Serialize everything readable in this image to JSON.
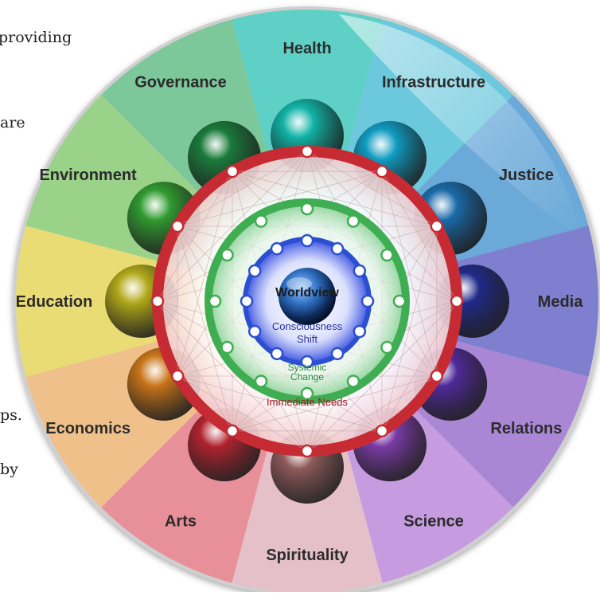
{
  "side_text": [
    "providing",
    "are",
    "ps.",
    "by"
  ],
  "segments": [
    {
      "label": "Health",
      "color": "#5fd0c6",
      "ball": "#11b3a6"
    },
    {
      "label": "Infrastructure",
      "color": "#6cc8dc",
      "ball": "#0f9bc0"
    },
    {
      "label": "Justice",
      "color": "#6aa9d8",
      "ball": "#1a6aa8"
    },
    {
      "label": "Media",
      "color": "#7f7fcf",
      "ball": "#1f2a8a"
    },
    {
      "label": "Relations",
      "color": "#a987d4",
      "ball": "#4f2a9a"
    },
    {
      "label": "Science",
      "color": "#c69be0",
      "ball": "#7a3aa6"
    },
    {
      "label": "Spirituality",
      "color": "#e5c0c8",
      "ball": "#8e5a5a"
    },
    {
      "label": "Arts",
      "color": "#e8909a",
      "ball": "#b0222e"
    },
    {
      "label": "Economics",
      "color": "#f0c08a",
      "ball": "#c77418"
    },
    {
      "label": "Education",
      "color": "#eadc74",
      "ball": "#b0a81a"
    },
    {
      "label": "Environment",
      "color": "#9ad28a",
      "ball": "#2f9a2f"
    },
    {
      "label": "Governance",
      "color": "#7cc89a",
      "ball": "#1a7a3a"
    }
  ],
  "center": {
    "worldview": "Worldview",
    "consciousness": "Consciousness",
    "shift": "Shift",
    "systemic": "Systemic",
    "change": "Change",
    "immediate": "Immediate Needs"
  },
  "colors": {
    "outer_ring": "#c62b33",
    "green_ring": "#3fae52",
    "blue_ring": "#2a4fd0",
    "label_text": "#2b2b2b"
  }
}
